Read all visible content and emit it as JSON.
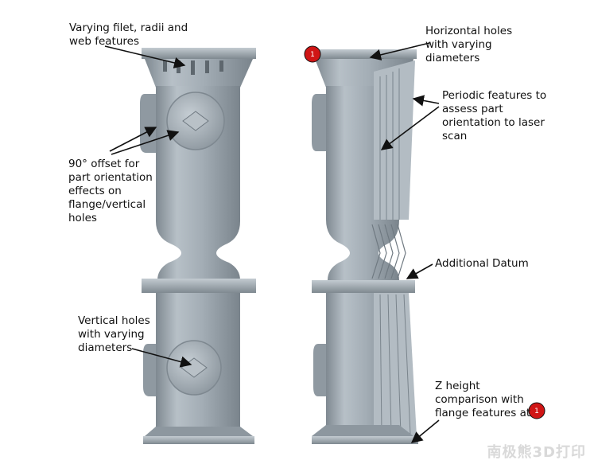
{
  "annotations": {
    "fillet": "Varying filet, radii and\nweb features",
    "horizontal_holes": "Horizontal holes\nwith varying\ndiameters",
    "periodic": "Periodic features to\nassess part\norientation to laser\nscan",
    "offset": "90° offset for\npart orientation\neffects on\nflange/vertical\nholes",
    "datum": "Additional Datum",
    "vertical_holes": "Vertical holes\nwith varying\ndiameters",
    "z_height": "Z height\ncomparison with\nflange features at"
  },
  "markers": {
    "top_marker": "1",
    "bottom_marker": "1"
  },
  "watermark": "南极熊3D打印",
  "colors": {
    "part_fill": "#a6b0b8",
    "part_shadow": "#7d878f",
    "part_light": "#c9d1d7",
    "marker_red": "#d01515",
    "line": "#111111"
  }
}
